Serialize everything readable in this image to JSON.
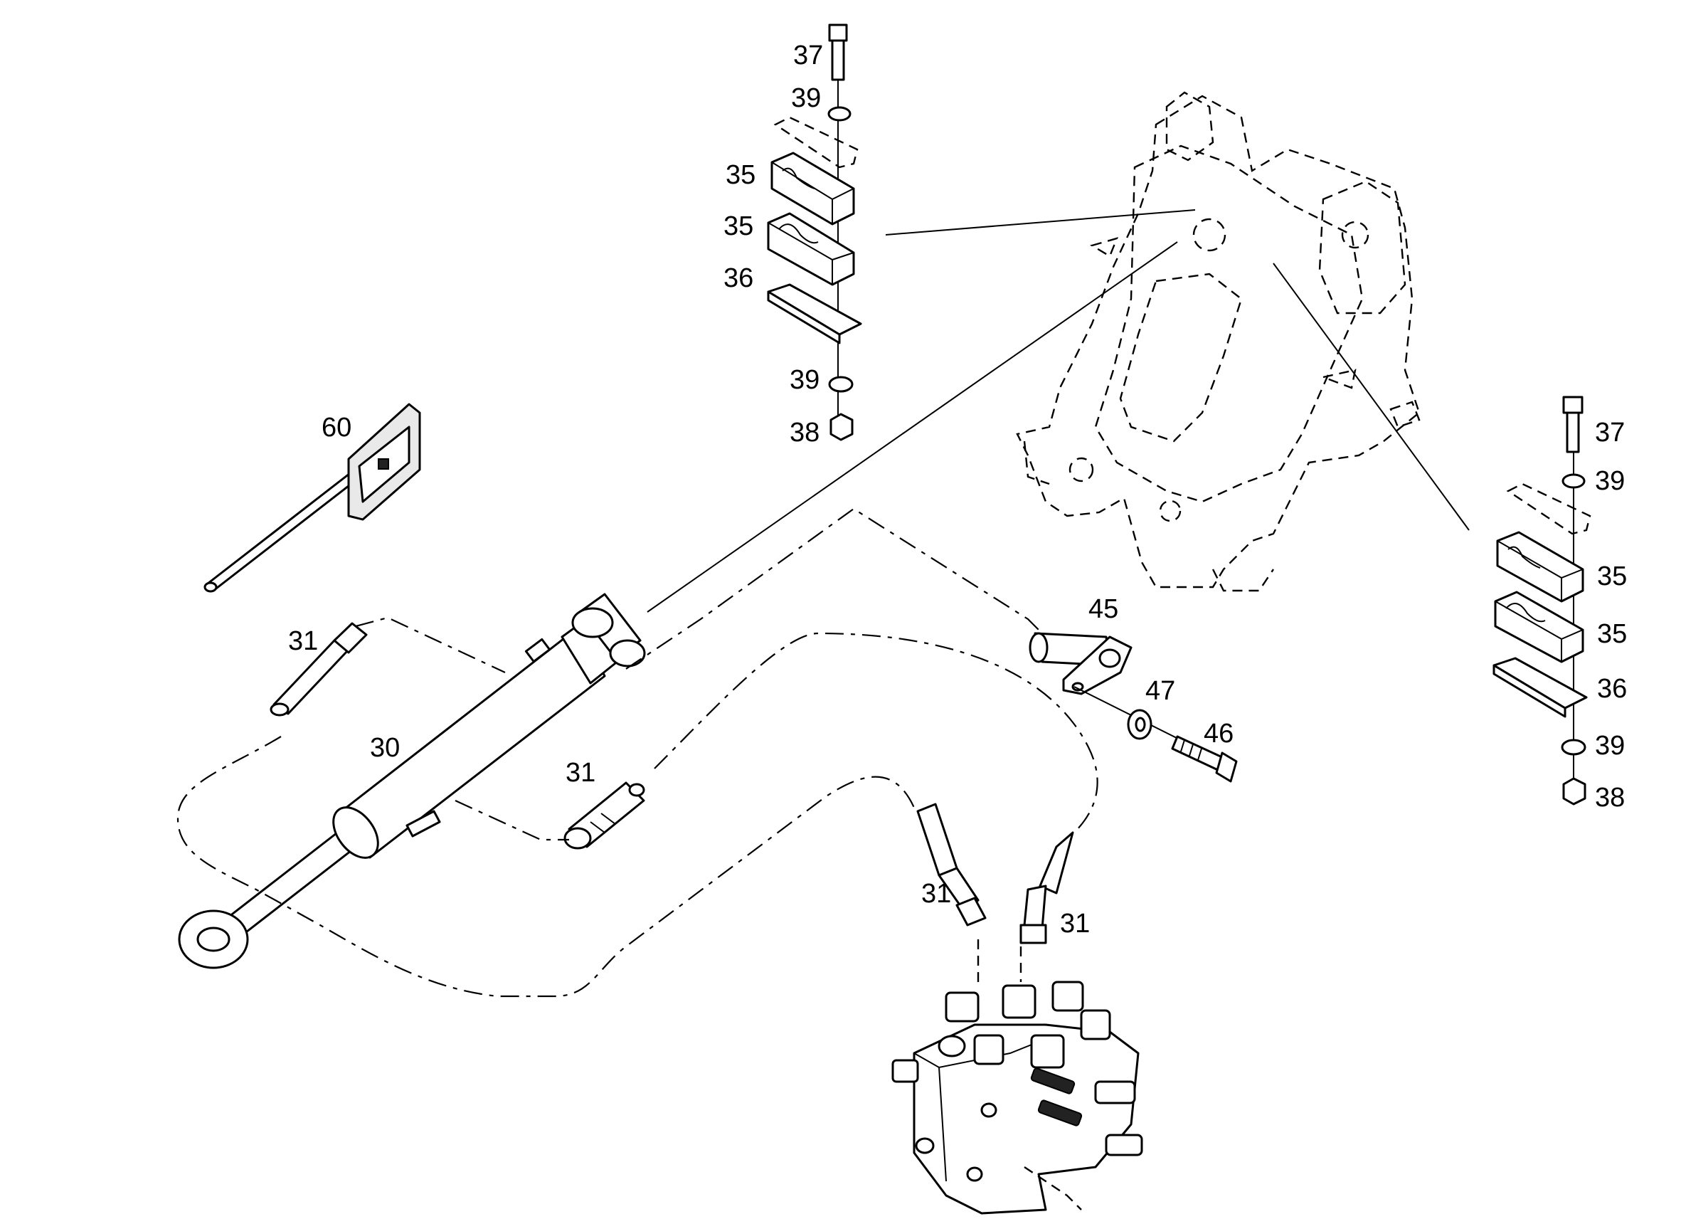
{
  "diagram": {
    "labels": [
      {
        "id": "label-37-top",
        "text": "37"
      },
      {
        "id": "label-39-top-a",
        "text": "39"
      },
      {
        "id": "label-35-top-a",
        "text": "35"
      },
      {
        "id": "label-35-top-b",
        "text": "35"
      },
      {
        "id": "label-36-top",
        "text": "36"
      },
      {
        "id": "label-39-top-b",
        "text": "39"
      },
      {
        "id": "label-38-top",
        "text": "38"
      },
      {
        "id": "label-60",
        "text": "60"
      },
      {
        "id": "label-31-a",
        "text": "31"
      },
      {
        "id": "label-30",
        "text": "30"
      },
      {
        "id": "label-31-b",
        "text": "31"
      },
      {
        "id": "label-45",
        "text": "45"
      },
      {
        "id": "label-47",
        "text": "47"
      },
      {
        "id": "label-46",
        "text": "46"
      },
      {
        "id": "label-31-c",
        "text": "31"
      },
      {
        "id": "label-31-d",
        "text": "31"
      },
      {
        "id": "label-37-right",
        "text": "37"
      },
      {
        "id": "label-39-right-a",
        "text": "39"
      },
      {
        "id": "label-35-right-a",
        "text": "35"
      },
      {
        "id": "label-35-right-b",
        "text": "35"
      },
      {
        "id": "label-36-right",
        "text": "36"
      },
      {
        "id": "label-39-right-b",
        "text": "39"
      },
      {
        "id": "label-38-right",
        "text": "38"
      }
    ]
  }
}
